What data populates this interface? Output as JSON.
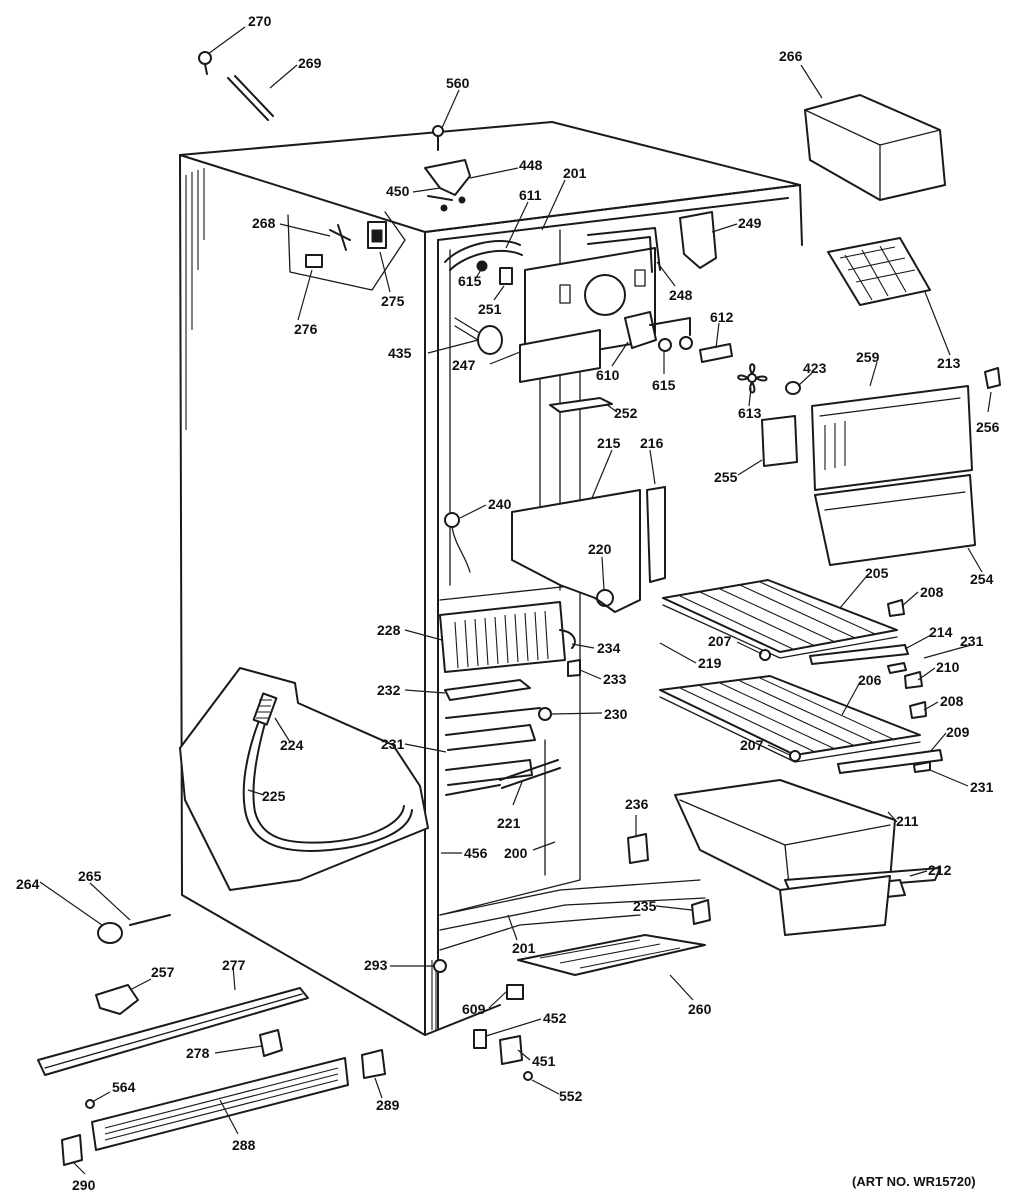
{
  "art_no": "(ART NO. WR15720)",
  "callouts": [
    {
      "id": "270",
      "text": "270"
    },
    {
      "id": "269",
      "text": "269"
    },
    {
      "id": "560",
      "text": "560"
    },
    {
      "id": "266",
      "text": "266"
    },
    {
      "id": "448",
      "text": "448"
    },
    {
      "id": "450",
      "text": "450"
    },
    {
      "id": "201a",
      "text": "201"
    },
    {
      "id": "611",
      "text": "611"
    },
    {
      "id": "249",
      "text": "249"
    },
    {
      "id": "268",
      "text": "268"
    },
    {
      "id": "615a",
      "text": "615"
    },
    {
      "id": "248",
      "text": "248"
    },
    {
      "id": "275",
      "text": "275"
    },
    {
      "id": "251",
      "text": "251"
    },
    {
      "id": "612",
      "text": "612"
    },
    {
      "id": "276",
      "text": "276"
    },
    {
      "id": "213",
      "text": "213"
    },
    {
      "id": "435",
      "text": "435"
    },
    {
      "id": "247",
      "text": "247"
    },
    {
      "id": "610",
      "text": "610"
    },
    {
      "id": "615b",
      "text": "615"
    },
    {
      "id": "423",
      "text": "423"
    },
    {
      "id": "259",
      "text": "259"
    },
    {
      "id": "256",
      "text": "256"
    },
    {
      "id": "613",
      "text": "613"
    },
    {
      "id": "252",
      "text": "252"
    },
    {
      "id": "215",
      "text": "215"
    },
    {
      "id": "216",
      "text": "216"
    },
    {
      "id": "255",
      "text": "255"
    },
    {
      "id": "240",
      "text": "240"
    },
    {
      "id": "254",
      "text": "254"
    },
    {
      "id": "220",
      "text": "220"
    },
    {
      "id": "205",
      "text": "205"
    },
    {
      "id": "208a",
      "text": "208"
    },
    {
      "id": "228",
      "text": "228"
    },
    {
      "id": "214",
      "text": "214"
    },
    {
      "id": "231a",
      "text": "231"
    },
    {
      "id": "207a",
      "text": "207"
    },
    {
      "id": "234",
      "text": "234"
    },
    {
      "id": "219",
      "text": "219"
    },
    {
      "id": "210",
      "text": "210"
    },
    {
      "id": "233",
      "text": "233"
    },
    {
      "id": "206",
      "text": "206"
    },
    {
      "id": "232",
      "text": "232"
    },
    {
      "id": "208b",
      "text": "208"
    },
    {
      "id": "224",
      "text": "224"
    },
    {
      "id": "230",
      "text": "230"
    },
    {
      "id": "209",
      "text": "209"
    },
    {
      "id": "231b",
      "text": "231"
    },
    {
      "id": "207b",
      "text": "207"
    },
    {
      "id": "231c",
      "text": "231"
    },
    {
      "id": "225",
      "text": "225"
    },
    {
      "id": "221",
      "text": "221"
    },
    {
      "id": "211",
      "text": "211"
    },
    {
      "id": "236",
      "text": "236"
    },
    {
      "id": "456",
      "text": "456"
    },
    {
      "id": "200",
      "text": "200"
    },
    {
      "id": "212",
      "text": "212"
    },
    {
      "id": "264",
      "text": "264"
    },
    {
      "id": "265",
      "text": "265"
    },
    {
      "id": "235",
      "text": "235"
    },
    {
      "id": "201b",
      "text": "201"
    },
    {
      "id": "257",
      "text": "257"
    },
    {
      "id": "277",
      "text": "277"
    },
    {
      "id": "293",
      "text": "293"
    },
    {
      "id": "260",
      "text": "260"
    },
    {
      "id": "609",
      "text": "609"
    },
    {
      "id": "452",
      "text": "452"
    },
    {
      "id": "278",
      "text": "278"
    },
    {
      "id": "451",
      "text": "451"
    },
    {
      "id": "564",
      "text": "564"
    },
    {
      "id": "289",
      "text": "289"
    },
    {
      "id": "552",
      "text": "552"
    },
    {
      "id": "288",
      "text": "288"
    },
    {
      "id": "290",
      "text": "290"
    }
  ]
}
